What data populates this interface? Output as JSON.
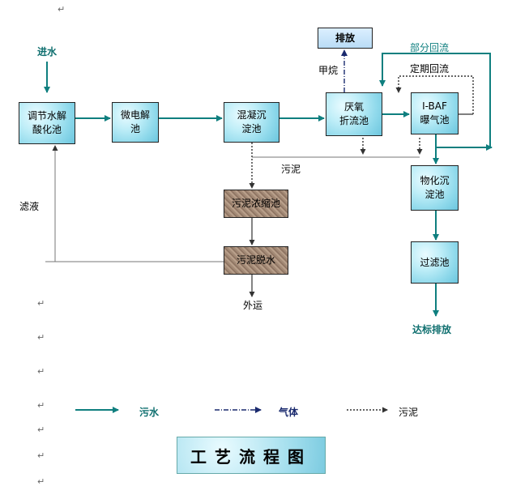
{
  "units": {
    "tiaojie": "调节水解\n酸化池",
    "weidian": "微电解\n池",
    "hunning": "混凝沉\n淀池",
    "yanyang": "厌氧\n折流池",
    "ibaf": "I-BAF\n曝气池",
    "wuhua": "物化沉\n淀池",
    "guolv": "过滤池",
    "paifang_top": "排放",
    "nongsuo": "污泥浓缩池",
    "tuoshui": "污泥脱水"
  },
  "labels": {
    "jinshui": "进水",
    "jiawan": "甲烷",
    "bufen_huiliu": "部分回流",
    "dingqi_huiliu": "定期回流",
    "wuni": "污泥",
    "lvye": "滤液",
    "waiyun": "外运",
    "dabiao": "达标排放"
  },
  "legend": {
    "wushui": "污水",
    "qiti": "气体",
    "wuni": "污泥"
  },
  "title": "工艺流程图",
  "colors": {
    "water": "#0f7f7f",
    "gas": "#1a2a6e",
    "sludge": "#444444",
    "return_mark": "#666666"
  },
  "paragraph_mark": "↵"
}
